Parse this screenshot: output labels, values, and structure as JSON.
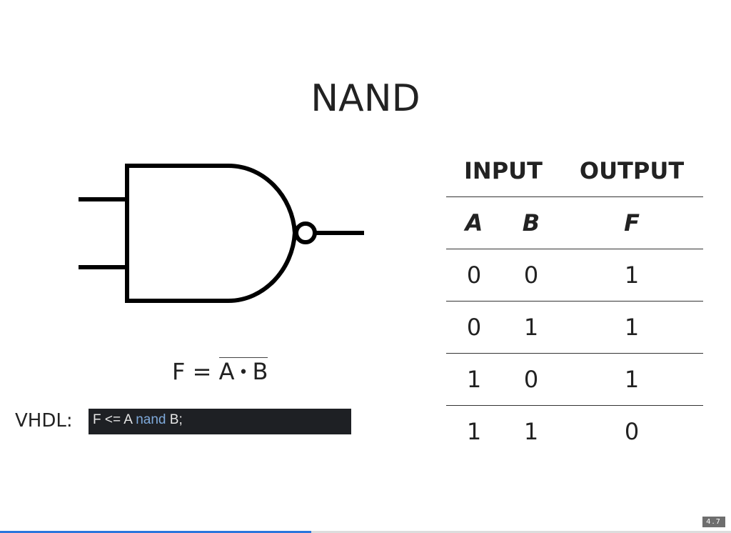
{
  "slide": {
    "title": "NAND",
    "slide_number": "4.7",
    "progress": 0.426
  },
  "formula": {
    "lhs": "F =",
    "operand_a": "A",
    "operator": "•",
    "operand_b": "B"
  },
  "vhdl": {
    "label": "VHDL:",
    "code_pre": "F <= A ",
    "code_keyword": "nand",
    "code_post": " B;"
  },
  "truth_table": {
    "headers": {
      "input": "INPUT",
      "output": "OUTPUT"
    },
    "variables": {
      "a": "A",
      "b": "B",
      "f": "F"
    },
    "rows": [
      {
        "a": "0",
        "b": "0",
        "f": "1"
      },
      {
        "a": "0",
        "b": "1",
        "f": "1"
      },
      {
        "a": "1",
        "b": "0",
        "f": "1"
      },
      {
        "a": "1",
        "b": "1",
        "f": "0"
      }
    ]
  },
  "colors": {
    "code_background": "#1e2024",
    "code_keyword": "#7ea9da",
    "progress_bar": "#2a76dd"
  }
}
